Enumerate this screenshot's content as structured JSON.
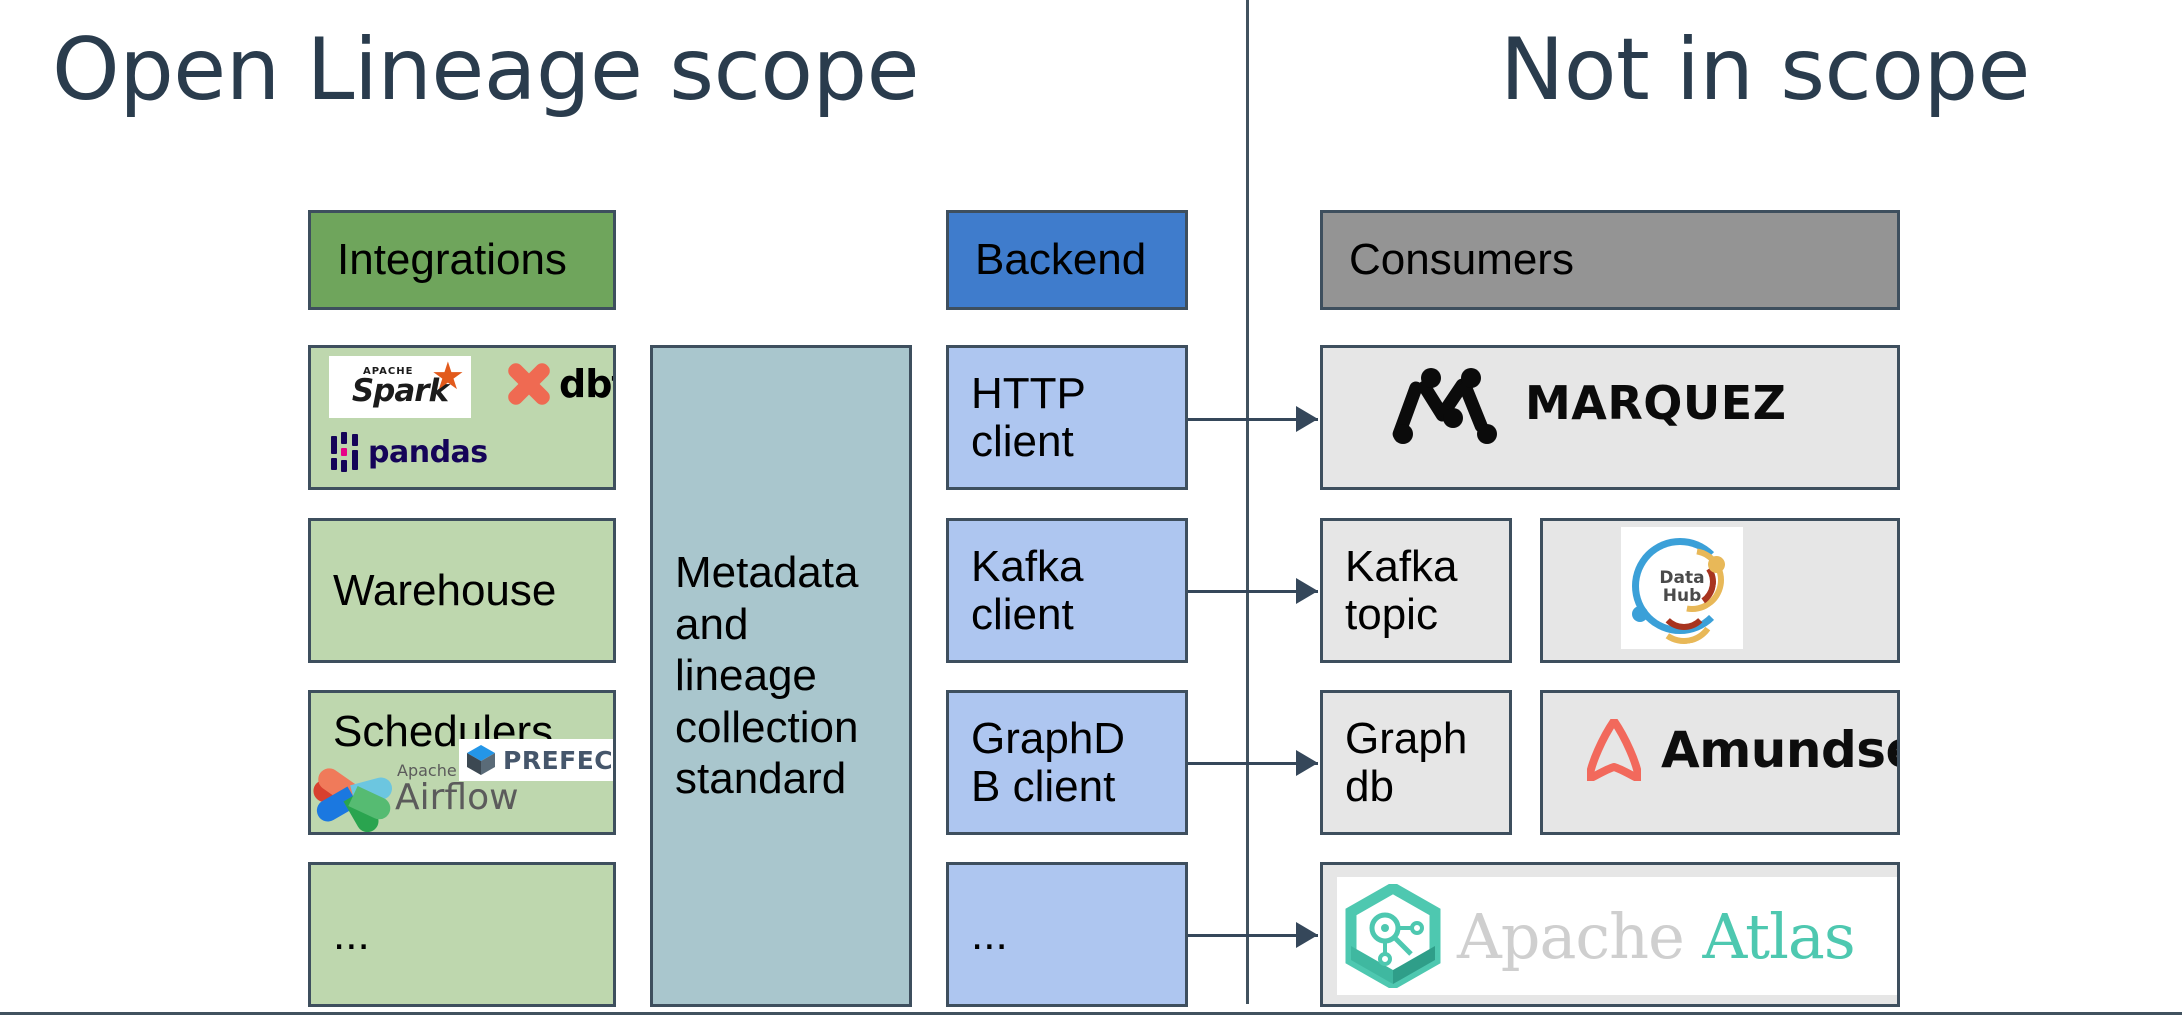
{
  "slide": {
    "title_left": "Open Lineage scope",
    "title_right": "Not in scope"
  },
  "colors": {
    "title": "#2a3c4d",
    "border": "#3e4f5e",
    "integrations_header": "#6fa55c",
    "integrations_body": "#bed7ae",
    "standard_box": "#a9c6cd",
    "backend_header": "#3f7ccc",
    "backend_body": "#aec6f0",
    "consumers_header": "#949494",
    "consumers_body": "#e6e6e6",
    "arrow": "#35475a"
  },
  "columns": {
    "integrations": {
      "header": "Integrations",
      "items": [
        {
          "label": "",
          "logos": [
            "spark-logo",
            "dbt-logo",
            "pandas-logo"
          ]
        },
        {
          "label": "Warehouse",
          "logos": []
        },
        {
          "label": "Schedulers",
          "logos": [
            "airflow-logo",
            "prefect-logo"
          ]
        },
        {
          "label": "...",
          "logos": []
        }
      ]
    },
    "standard": {
      "label": "Metadata\nand\nlineage\ncollection\nstandard"
    },
    "backend": {
      "header": "Backend",
      "items": [
        {
          "label": "HTTP\nclient"
        },
        {
          "label": "Kafka\nclient"
        },
        {
          "label": "GraphD\nB client"
        },
        {
          "label": "..."
        }
      ]
    },
    "consumers": {
      "header": "Consumers",
      "rows": [
        {
          "label": "",
          "logos": [
            "marquez-logo"
          ]
        },
        {
          "label": "Kafka\ntopic",
          "logos": [
            "datahub-logo"
          ]
        },
        {
          "label": "Graph\ndb",
          "logos": [
            "amundsen-logo"
          ]
        },
        {
          "label": "",
          "logos": [
            "apache-atlas-logo"
          ]
        }
      ]
    }
  },
  "logos": {
    "spark": {
      "apache": "APACHE",
      "word": "Spark",
      "star": "★"
    },
    "dbt": {
      "word": "dbt"
    },
    "pandas": {
      "word": "pandas"
    },
    "airflow": {
      "apache": "Apache",
      "word": "Airflow"
    },
    "prefect": {
      "word": "PREFECT"
    },
    "marquez": {
      "word": "MARQUEZ"
    },
    "datahub": {
      "word": "Data\nHub"
    },
    "amundsen": {
      "word": "Amundsen"
    },
    "atlas": {
      "apache": "Apache ",
      "atlas": "Atlas"
    }
  },
  "arrows": [
    {
      "from": "http-client",
      "to": "marquez-box"
    },
    {
      "from": "kafka-client",
      "to": "kafka-topic-box"
    },
    {
      "from": "graphdb-client",
      "to": "graph-db-box"
    },
    {
      "from": "backend-ellipsis",
      "to": "apache-atlas-box"
    }
  ]
}
